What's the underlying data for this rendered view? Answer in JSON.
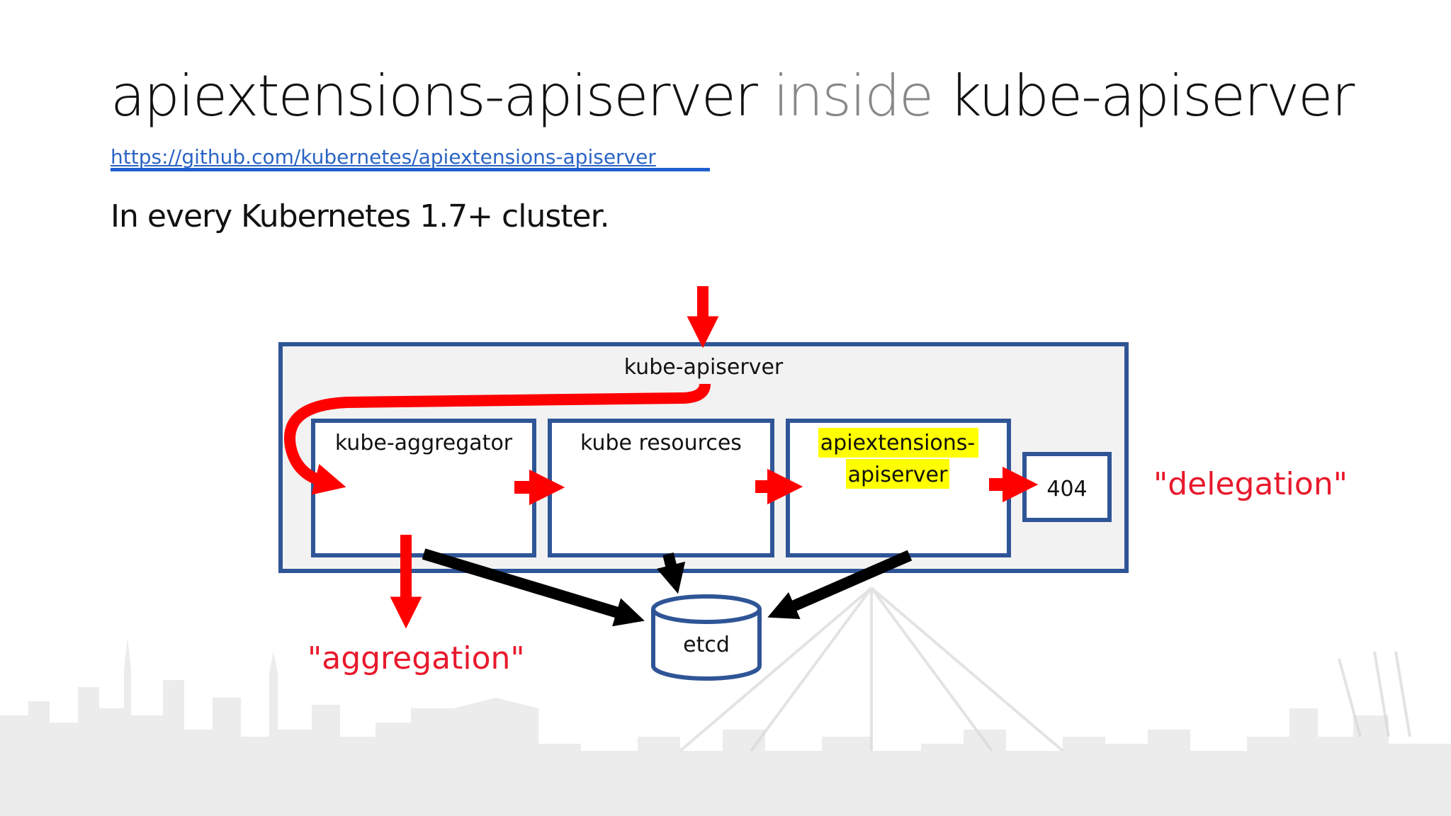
{
  "slide": {
    "title_part1": "apiextensions-apiserver ",
    "title_part2": "inside",
    "title_part3": " kube-apiserver",
    "link": "https://github.com/kubernetes/apiextensions-apiserver",
    "subtitle": "In every Kubernetes 1.7+ cluster."
  },
  "diagram": {
    "outer_label": "kube-apiserver",
    "boxes": {
      "aggregator": "kube-aggregator",
      "resources": "kube resources",
      "apiext_line1": "apiextensions-",
      "apiext_line2": "apiserver",
      "notfound": "404"
    },
    "storage_label": "etcd",
    "annotation_delegation": "\"delegation\"",
    "annotation_aggregation": "\"aggregation\"",
    "colors": {
      "box_border": "#2f5597",
      "outer_fill": "#f2f2f2",
      "arrow_red": "#ff0000",
      "arrow_black": "#000000",
      "highlight": "#ffff00",
      "annotation_red": "#e8192c"
    }
  }
}
